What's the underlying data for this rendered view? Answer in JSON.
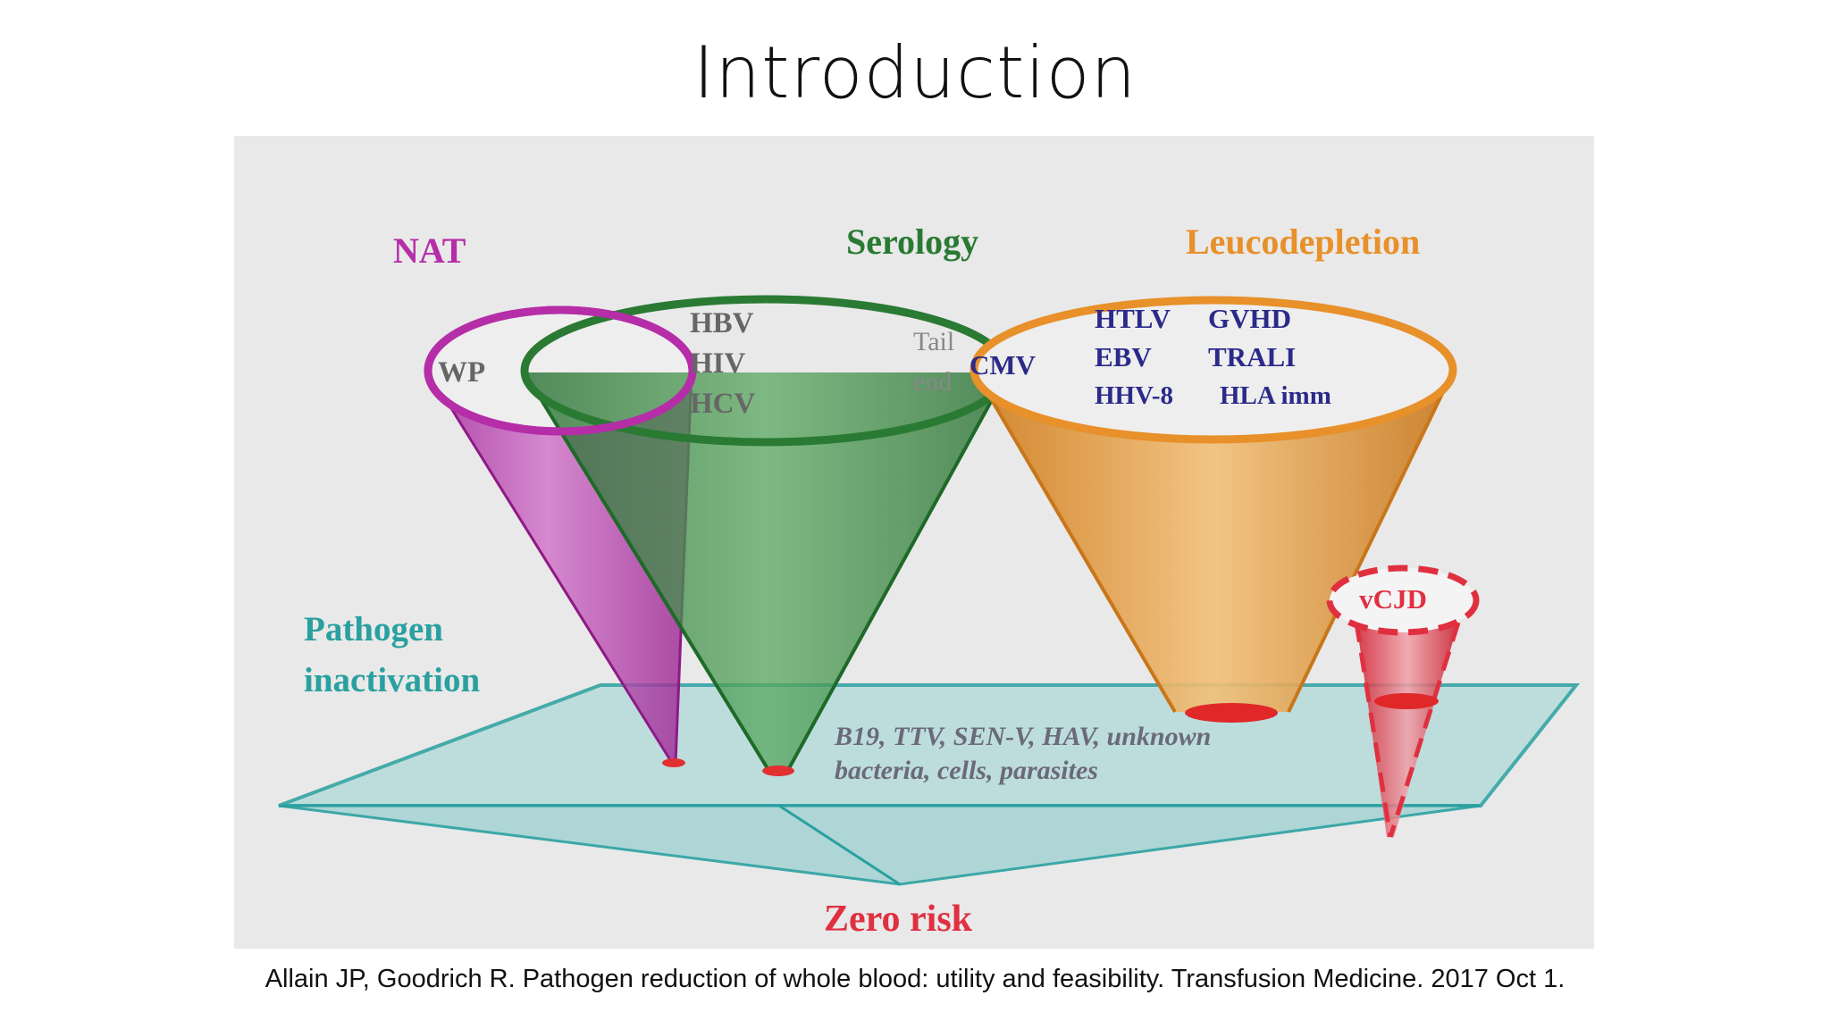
{
  "slide": {
    "title": "Introduction",
    "citation": "Allain JP, Goodrich R. Pathogen reduction of whole blood: utility and feasibility. Transfusion Medicine. 2017 Oct 1."
  },
  "diagram": {
    "nat_label": "NAT",
    "serology_label": "Serology",
    "leucodepletion_label": "Leucodepletion",
    "pathogen_inactivation_line1": "Pathogen",
    "pathogen_inactivation_line2": "inactivation",
    "wp_label": "WP",
    "hbv_label": "HBV",
    "hiv_label": "HIV",
    "hcv_label": "HCV",
    "tail_label": "Tail",
    "end_label": "end",
    "cmv_label": "CMV",
    "htlv_label": "HTLV",
    "gvhd_label": "GVHD",
    "ebv_label": "EBV",
    "trali_label": "TRALI",
    "hhv8_label": "HHV-8",
    "hla_label": "HLA imm",
    "vcjd_label": "vCJD",
    "residual_line1": "B19, TTV, SEN-V, HAV, unknown",
    "residual_line2": "bacteria, cells, parasites",
    "zero_risk_label": "Zero risk"
  },
  "colors": {
    "nat": "#b52ea8",
    "serology": "#2a7a34",
    "leucodepletion": "#e8902a",
    "pathogen_inactivation": "#2aa0a0",
    "vcjd": "#e03040",
    "zero_risk": "#e03040",
    "virus_text": "#2a2a8a"
  }
}
